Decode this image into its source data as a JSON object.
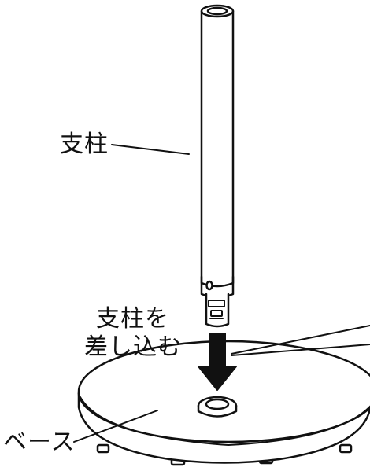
{
  "labels": {
    "pole": "支柱",
    "insert_line1": "支柱を",
    "insert_line2": "差し込む",
    "base": "ベース"
  },
  "colors": {
    "line": "#111111",
    "fill": "#ffffff",
    "arrow": "#111111"
  },
  "icons": {
    "insert_arrow": "down-arrow-icon"
  }
}
